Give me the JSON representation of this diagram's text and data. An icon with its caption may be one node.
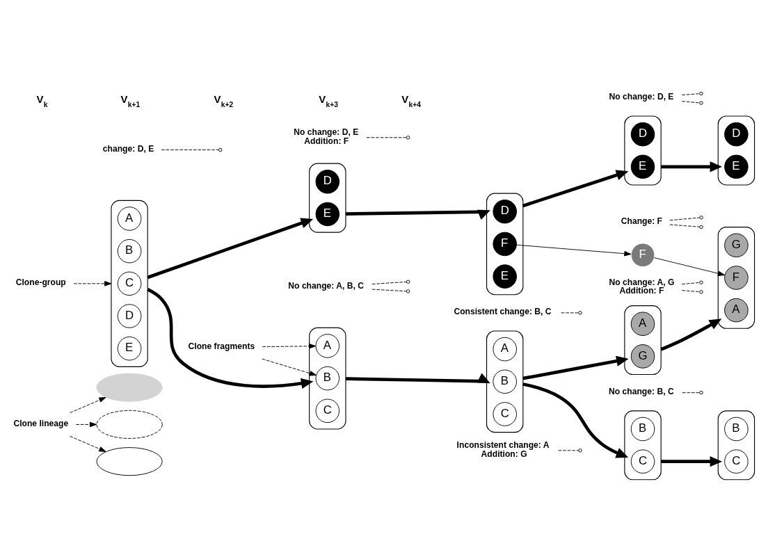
{
  "diagram": {
    "nodes": [
      {
        "text": [],
        "shape": "cloud"
      },
      {
        "text": [],
        "shape": "cloud"
      },
      {
        "text": [],
        "shape": "cloud"
      },
      {
        "text": [],
        "shape": "box"
      },
      {
        "text": [
          "A"
        ],
        "in": 3
      },
      {
        "text": [
          "B"
        ],
        "in": 3
      },
      {
        "text": [
          "C"
        ],
        "in": 3
      },
      {
        "text": [
          "D"
        ],
        "in": 3
      },
      {
        "text": [
          "E"
        ],
        "in": 3
      },
      {
        "text": [],
        "shape": "box"
      },
      {
        "text": [
          "A"
        ],
        "in": 9
      },
      {
        "text": [
          "B"
        ],
        "in": 9
      },
      {
        "text": [
          "C"
        ],
        "in": 9
      },
      {
        "text": [],
        "shape": "box"
      },
      {
        "text": [
          "A"
        ],
        "in": 13
      },
      {
        "text": [
          "B"
        ],
        "in": 13
      },
      {
        "text": [
          "C"
        ],
        "in": 13
      },
      {
        "text": [],
        "shape": "box"
      },
      {
        "text": [
          "B"
        ],
        "in": 17
      },
      {
        "text": [
          "C"
        ],
        "in": 17
      },
      {
        "text": [],
        "shape": "box"
      },
      {
        "text": [
          "B"
        ],
        "in": 20
      },
      {
        "text": [
          "C"
        ],
        "in": 20
      },
      {
        "text": [],
        "shape": "box"
      },
      {
        "text": [
          "A"
        ],
        "in": 23
      },
      {
        "text": [
          "G"
        ],
        "in": 23
      },
      {
        "text": [],
        "shape": "box"
      },
      {
        "text": [
          "G"
        ],
        "in": 26
      },
      {
        "text": [
          "A"
        ],
        "in": 26
      },
      {
        "text": [
          "F"
        ],
        "in": 26
      },
      {
        "text": [],
        "shape": "box"
      },
      {
        "text": [
          "D"
        ],
        "in": 30
      },
      {
        "text": [
          "E"
        ],
        "in": 30
      },
      {
        "text": [],
        "shape": "box"
      },
      {
        "text": [
          "F"
        ],
        "in": 33
      },
      {
        "text": [
          "D"
        ],
        "in": 33
      },
      {
        "text": [
          "E"
        ],
        "in": 33
      },
      {
        "text": [],
        "shape": "box"
      },
      {
        "text": [
          "D"
        ],
        "in": 37
      },
      {
        "text": [
          "E"
        ],
        "in": 37
      },
      {
        "text": [],
        "shape": "box"
      },
      {
        "text": [
          "D"
        ],
        "in": 40
      },
      {
        "text": [
          "E"
        ],
        "in": 40
      },
      {
        "text": [
          "F"
        ]
      },
      {
        "text": [
          "Clone fragments"
        ]
      },
      {
        "text": [
          "Clone-group"
        ]
      },
      {
        "text": [
          "No change: A, B, C"
        ]
      },
      {
        "text": [
          "Consistent change: B, C"
        ]
      },
      {
        "text": [
          "No change: B, C"
        ]
      },
      {
        "text": [
          "Inconsistent change: A",
          "Addition: G"
        ]
      },
      {
        "text": [
          "No change: A, G",
          "Addition: F"
        ]
      },
      {
        "text": [
          "Clone lineage"
        ]
      },
      {
        "text": [
          "No change: D, E",
          "Addition: F"
        ]
      },
      {
        "text": [
          "Change: F"
        ]
      },
      {
        "text": [
          "change: D, E"
        ]
      },
      {
        "text": [
          "No change: D, E"
        ]
      }
    ],
    "edges": [
      {
        "from": 3,
        "to": 9,
        "arrow": "to",
        "style": "thick"
      },
      {
        "from": 3,
        "to": 30,
        "arrow": "to",
        "style": "thick"
      },
      {
        "from": 9,
        "to": 13,
        "arrow": "to",
        "style": "thick"
      },
      {
        "from": 13,
        "to": 17,
        "arrow": "to",
        "style": "thick"
      },
      {
        "from": 13,
        "to": 23,
        "arrow": "to",
        "style": "thick"
      },
      {
        "from": 17,
        "to": 20,
        "arrow": "to",
        "style": "thick"
      },
      {
        "from": 23,
        "to": 26,
        "arrow": "to",
        "style": "thick"
      },
      {
        "from": 30,
        "to": 33,
        "arrow": "to",
        "style": "thick"
      },
      {
        "from": 33,
        "to": 37,
        "arrow": "to",
        "style": "thick"
      },
      {
        "from": 37,
        "to": 40,
        "arrow": "to",
        "style": "thick"
      },
      {
        "from": 34,
        "to": 43,
        "arrow": "to"
      },
      {
        "from": 43,
        "to": 29,
        "arrow": "to"
      },
      {
        "from": 44,
        "to": 10,
        "arrow": "to",
        "style": "dashed"
      },
      {
        "from": 44,
        "to": 11,
        "arrow": "to",
        "style": "dashed"
      },
      {
        "from": 45,
        "to": 3,
        "arrow": "to",
        "style": "dashed"
      },
      {
        "from": 46,
        "to": null,
        "arrow": "other",
        "style": "dashed"
      },
      {
        "from": 46,
        "to": null,
        "arrow": "other",
        "style": "dashed"
      },
      {
        "from": 47,
        "to": null,
        "arrow": "other",
        "style": "dashed"
      },
      {
        "from": 48,
        "to": null,
        "arrow": "other",
        "style": "dashed"
      },
      {
        "from": 49,
        "to": null,
        "arrow": "other",
        "style": "dashed"
      },
      {
        "from": 50,
        "to": null,
        "arrow": "other",
        "style": "dashed"
      },
      {
        "from": 50,
        "to": null,
        "arrow": "other",
        "style": "dashed"
      },
      {
        "from": 52,
        "to": null,
        "arrow": "other",
        "style": "dashed"
      },
      {
        "from": 53,
        "to": null,
        "arrow": "other",
        "style": "dashed"
      },
      {
        "from": 53,
        "to": null,
        "arrow": "other",
        "style": "dashed"
      },
      {
        "from": 54,
        "to": null,
        "arrow": "other",
        "style": "dashed"
      },
      {
        "from": 55,
        "to": null,
        "arrow": "other",
        "style": "dashed"
      },
      {
        "from": 55,
        "to": null,
        "arrow": "other",
        "style": "dashed"
      },
      {
        "from": 51,
        "to": 0,
        "arrow": "to",
        "style": "dashed"
      },
      {
        "from": 51,
        "to": 1,
        "arrow": "to",
        "style": "dashed"
      },
      {
        "from": 51,
        "to": 2,
        "arrow": "to",
        "style": "dashed"
      }
    ],
    "labels": [
      "V$_{k}$",
      "V$_{k+1}$",
      "V$_{k+2}$",
      "V$_{k+3}$",
      "V$_{k+4}$"
    ]
  }
}
